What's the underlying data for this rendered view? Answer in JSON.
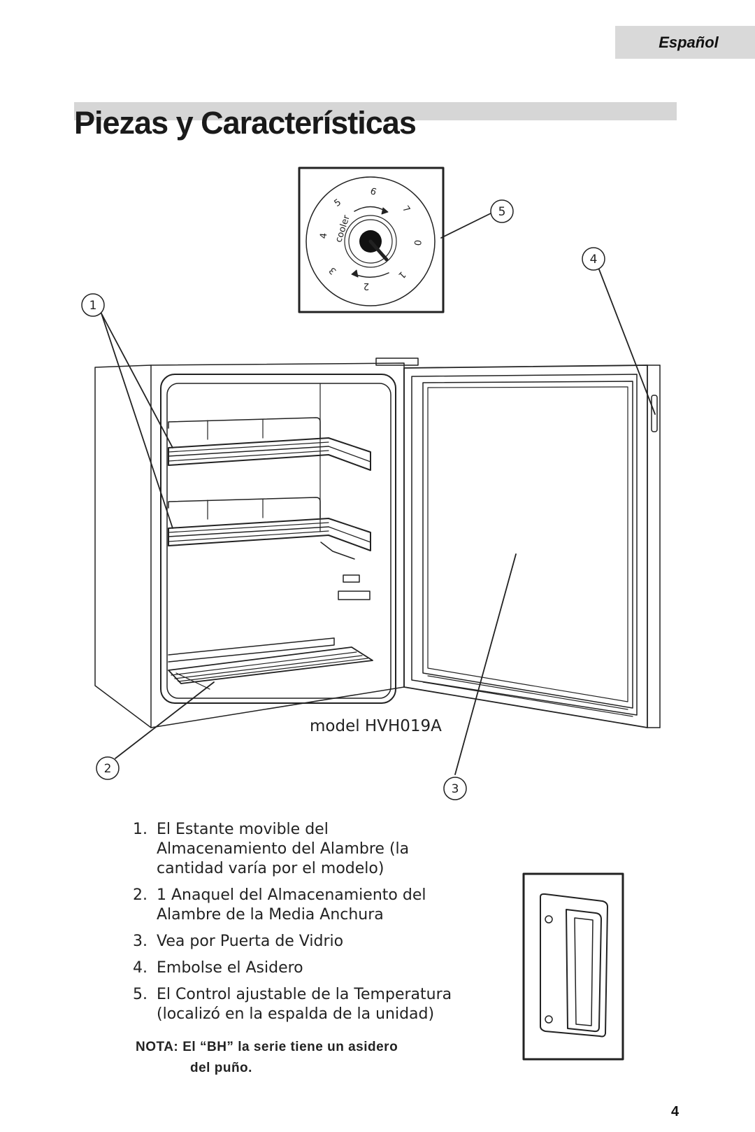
{
  "header": {
    "language_tab": "Español"
  },
  "page": {
    "title": "Piezas y Características",
    "number": "4"
  },
  "dial": {
    "numbers": [
      "6",
      "7",
      "0",
      "1",
      "2",
      "3",
      "4",
      "5"
    ],
    "word": "cooler"
  },
  "callouts": [
    "1",
    "2",
    "3",
    "4",
    "5"
  ],
  "figure": {
    "model_label": "model HVH019A"
  },
  "parts": [
    {
      "num": "1.",
      "text": "El Estante movible del Almacenamiento del Alambre (la cantidad varía por el modelo)"
    },
    {
      "num": "2.",
      "text": "1 Anaquel del Almacenamiento del Alambre de la Media Anchura"
    },
    {
      "num": "3.",
      "text": "Vea por Puerta de Vidrio"
    },
    {
      "num": "4.",
      "text": "Embolse el Asidero"
    },
    {
      "num": "5.",
      "text": "El Control ajustable de la Temperatura (localizó en la espalda de la unidad)"
    }
  ],
  "note": {
    "label": "NOTA:",
    "line1": "El “BH” la serie tiene un asidero",
    "line2": "del puño."
  }
}
